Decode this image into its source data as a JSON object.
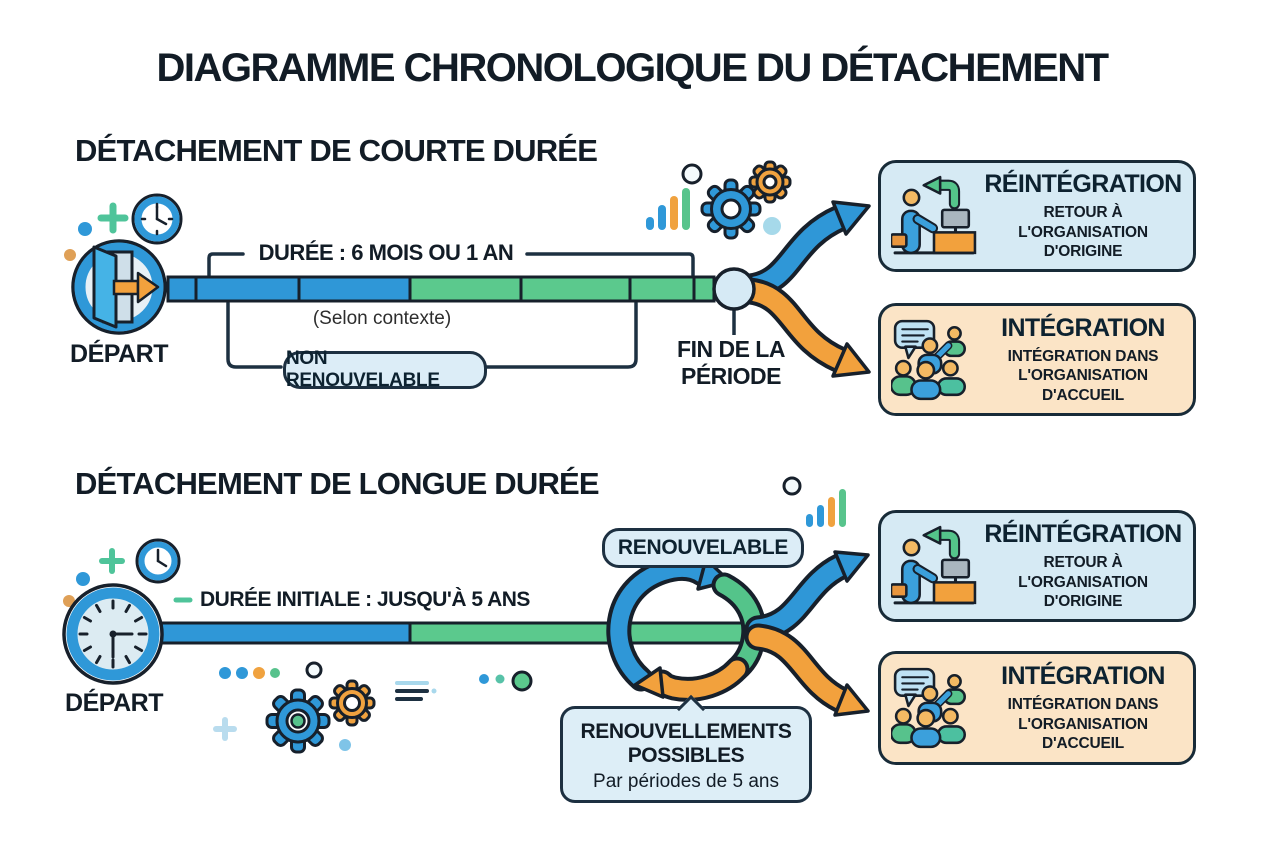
{
  "title": "DIAGRAMME CHRONOLOGIQUE DU DÉTACHEMENT",
  "short_term": {
    "heading": "DÉTACHEMENT DE COURTE DURÉE",
    "depart": "DÉPART",
    "duration": "DURÉE : 6 MOIS OU 1 AN",
    "context": "(Selon contexte)",
    "non_renewable": "NON RENOUVELABLE",
    "end_line1": "FIN DE LA",
    "end_line2": "PÉRIODE"
  },
  "long_term": {
    "heading": "DÉTACHEMENT DE LONGUE DURÉE",
    "depart": "DÉPART",
    "duration": "DURÉE INITIALE : JUSQU'À 5 ANS",
    "renewable": "RENOUVELABLE",
    "renewals_title_line1": "RENOUVELLEMENTS",
    "renewals_title_line2": "POSSIBLES",
    "renewals_note": "Par périodes de 5 ans"
  },
  "outcomes": {
    "reintegration": {
      "title": "RÉINTÉGRATION",
      "subtitle": "RETOUR À L'ORGANISATION D'ORIGINE"
    },
    "integration": {
      "title": "INTÉGRATION",
      "subtitle": "INTÉGRATION DANS L'ORGANISATION D'ACCUEIL"
    }
  },
  "icons": {
    "timeline_start_short": "exit-door-icon",
    "timeline_start_long": "clock-icon",
    "decorations": [
      "clock-icon",
      "gear-icon",
      "bar-chart-icon",
      "plus-icon",
      "dots",
      "menu-lines-icon"
    ],
    "reintegration": "person-returning-to-desk-icon",
    "integration": "people-group-speech-bubble-icon",
    "renewal": "circular-loop-arrows-icon"
  },
  "colors": {
    "blue": "#2f97d7",
    "green": "#5bc98d",
    "orange": "#f2a13d",
    "outline": "#17202b",
    "light_blue_fill": "#d9ecf6",
    "peach_fill": "#fbe4c6",
    "pill_fill": "#dcedf7"
  }
}
